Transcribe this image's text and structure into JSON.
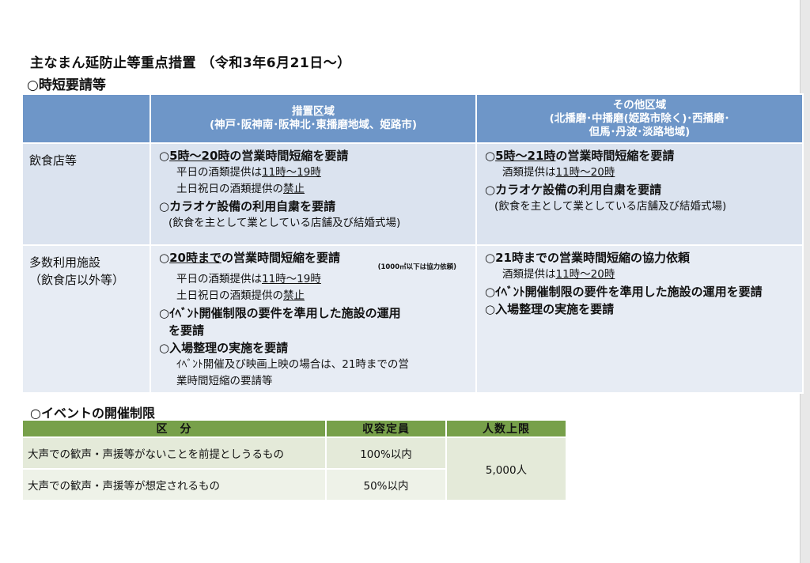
{
  "title": "主なまん延防止等重点措置 （令和3年6月21日～）",
  "section_heading": "○時短要請等",
  "table": {
    "header": {
      "col1_title": "措置区域",
      "col1_sub": "(神戸･阪神南･阪神北･東播磨地域、姫路市)",
      "col2_title": "その他区域",
      "col2_sub1": "(北播磨･中播磨(姫路市除く)･西播磨･",
      "col2_sub2": "但馬･丹波･淡路地域)"
    },
    "row1": {
      "label": "飲食店等",
      "col1": {
        "h1_mark": "○",
        "h1_u": "5時～20時",
        "h1_rest": "の営業時間短縮を要請",
        "l1_pre": "平日の酒類提供は",
        "l1_u": "11時～19時",
        "l2_pre": "土日祝日の酒類提供の",
        "l2_u": "禁止",
        "h2": "○カラオケ設備の利用自粛を要請",
        "l3": "(飲食を主として業としている店舗及び結婚式場)"
      },
      "col2": {
        "h1_mark": "○",
        "h1_u": "5時～21時",
        "h1_rest": "の営業時間短縮を要請",
        "l1_pre": "酒類提供は",
        "l1_u": "11時～20時",
        "h2": "○カラオケ設備の利用自粛を要請",
        "l2": "(飲食を主として業としている店舗及び結婚式場)"
      }
    },
    "row2": {
      "label1": "多数利用施設",
      "label2": "（飲食店以外等）",
      "col1": {
        "h1_mark": "○",
        "h1_u": "20時まで",
        "h1_rest": "の営業時間短縮を要請",
        "note": "(1000㎡以下は協力依頼)",
        "l1_pre": "平日の酒類提供は",
        "l1_u": "11時～19時",
        "l2_pre": "土日祝日の酒類提供の",
        "l2_u": "禁止",
        "h2a": "○ｲﾍﾞﾝﾄ開催制限の要件を準用した施設の運用",
        "h2b": "を要請",
        "h3": "○入場整理の実施を要請",
        "l3a": "ｲﾍﾞﾝﾄ開催及び映画上映の場合は、21時までの営",
        "l3b": "業時間短縮の要請等"
      },
      "col2": {
        "h1": "○21時までの営業時間短縮の協力依頼",
        "l1_pre": "酒類提供は",
        "l1_u": "11時～20時",
        "h2": "○ｲﾍﾞﾝﾄ開催制限の要件を準用した施設の運用を要請",
        "h3": "○入場整理の実施を要請"
      }
    }
  },
  "event_heading": "○イベントの開催制限",
  "event_table": {
    "headers": [
      "区　分",
      "収容定員",
      "人数上限"
    ],
    "rows": [
      {
        "category": "大声での歓声・声援等がないことを前提としうるもの",
        "capacity": "100%以内"
      },
      {
        "category": "大声での歓声・声援等が想定されるもの",
        "capacity": "50%以内"
      }
    ],
    "limit": "5,000人"
  }
}
